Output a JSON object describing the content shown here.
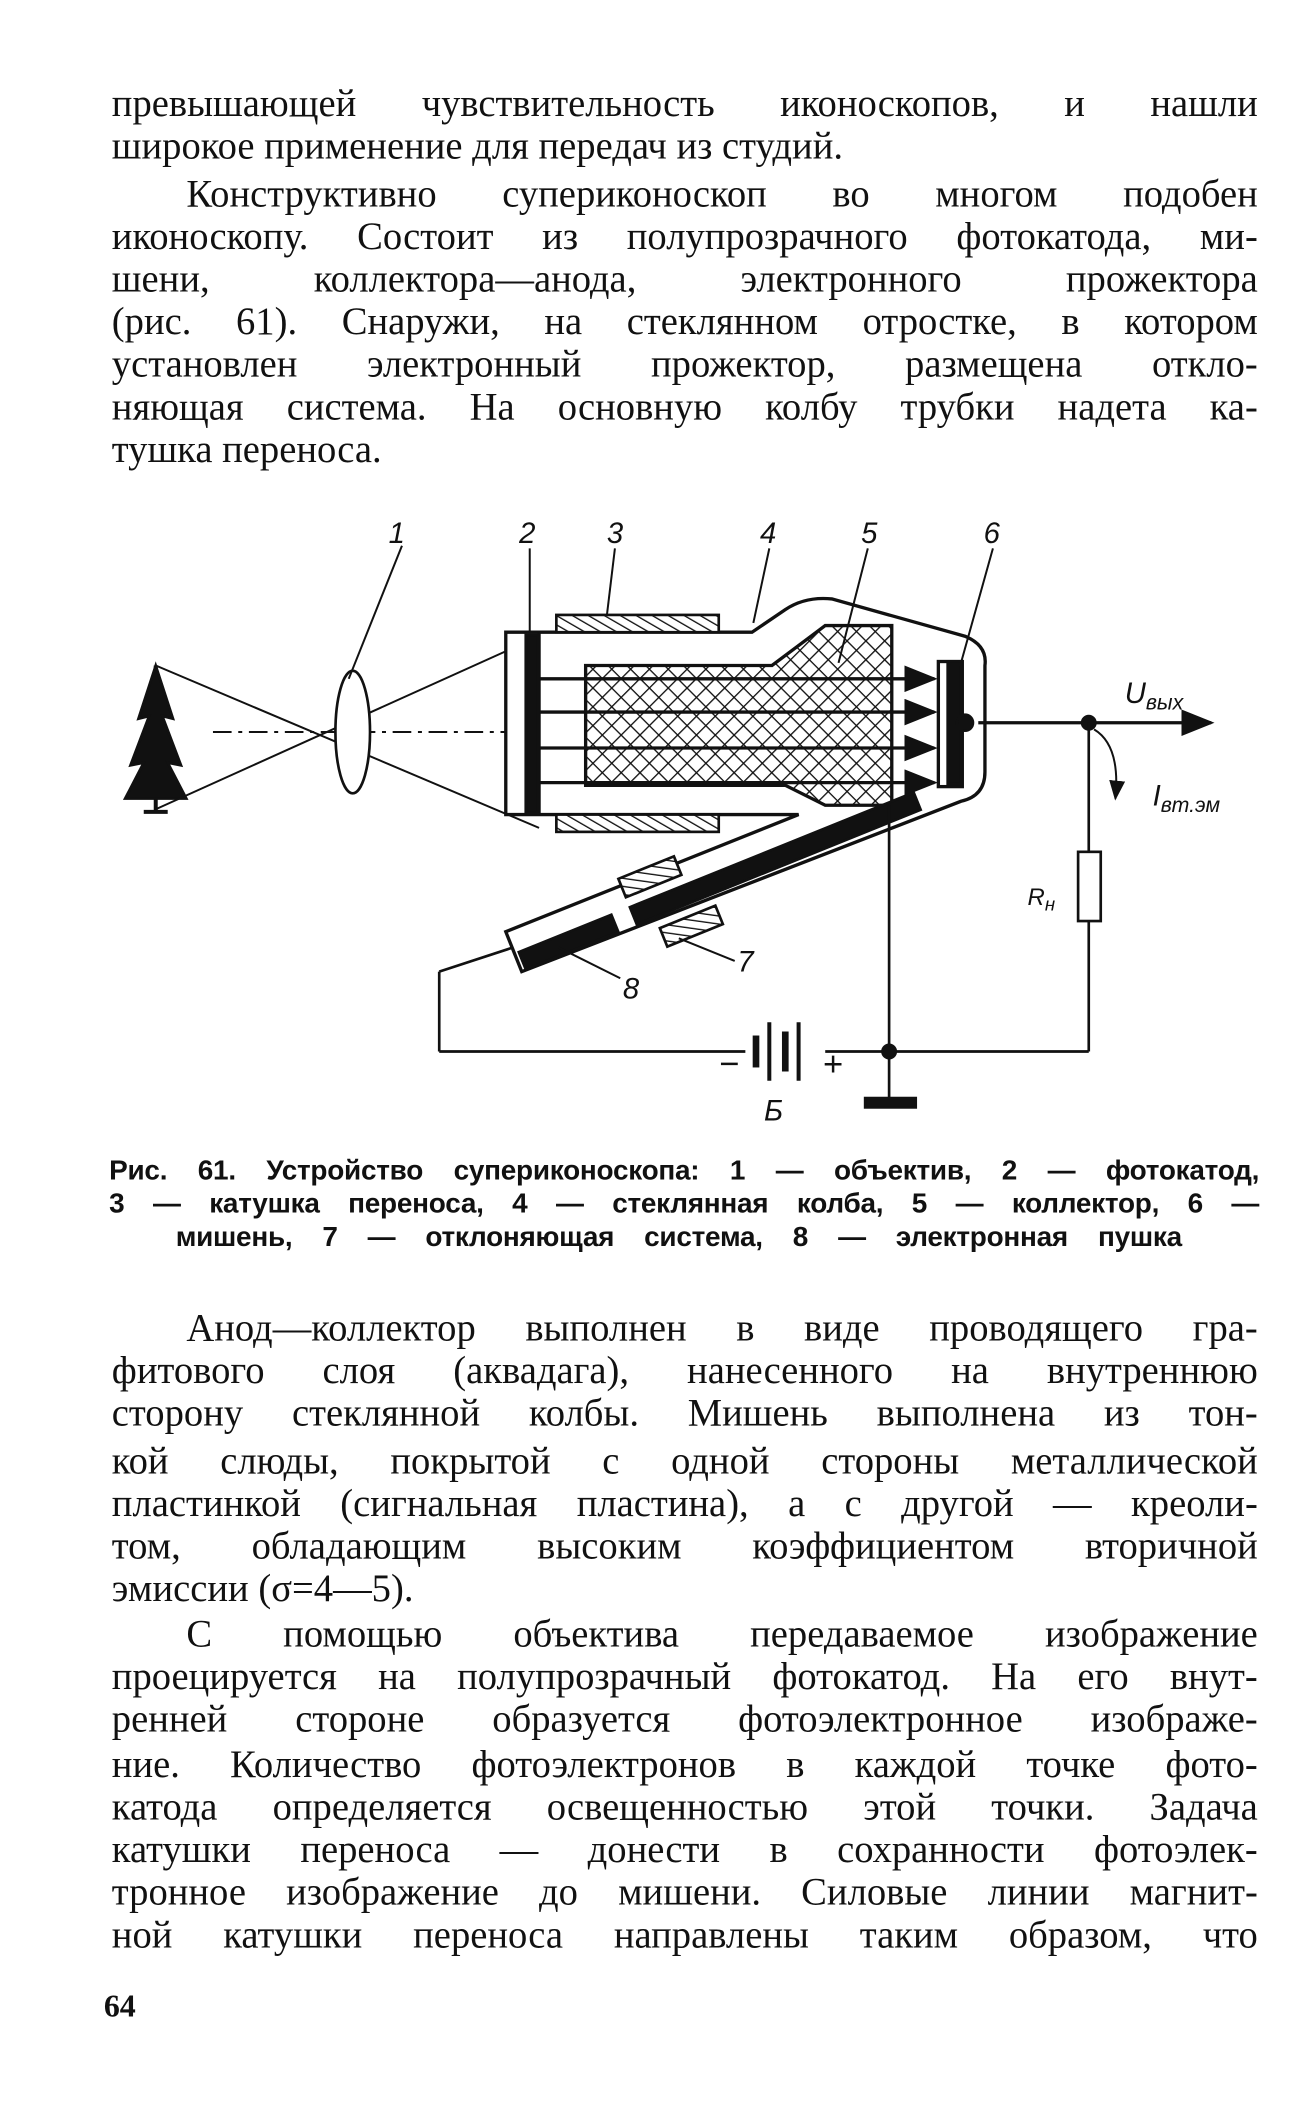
{
  "paragraphs": [
    {
      "lines": [
        "превышающей чувствительность иконоскопов, и нашли",
        "широкое применение для передач из студий."
      ]
    },
    {
      "lines": [
        "Конструктивно супериконоскоп во многом подобен",
        "иконоскопу. Состоит из полупрозрачного фотокатода, ми-",
        "шени, коллектора—анода, электронного прожектора",
        "(рис. 61). Снаружи, на стеклянном отростке, в котором",
        "установлен электронный прожектор, размещена откло-",
        "няющая система. На основную колбу трубки надета ка-",
        "тушка переноса."
      ]
    },
    {
      "lines": [
        "Анод—коллектор выполнен в виде проводящего гра-",
        "фитового слоя (аквадага), нанесенного на внутреннюю",
        "сторону стеклянной колбы. Мишень выполнена из тон-",
        "кой слюды, покрытой с одной стороны металлической",
        "пластинкой (сигнальная пластина), а с другой — креоли-",
        "том, обладающим высоким коэффициентом вторичной",
        "эмиссии (σ=4—5)."
      ]
    },
    {
      "lines": [
        "С помощью объектива передаваемое изображение",
        "проецируется на полупрозрачный фотокатод. На его внут-",
        "ренней стороне образуется фотоэлектронное изображе-",
        "ние. Количество фотоэлектронов в каждой точке фото-",
        "катода определяется освещенностью этой точки. Задача",
        "катушки переноса — донести в сохранности фотоэлек-",
        "тронное изображение до мишени. Силовые линии магнит-",
        "ной катушки переноса направлены таким образом, что"
      ]
    }
  ],
  "figure": {
    "labels": {
      "n1": "1",
      "n2": "2",
      "n3": "3",
      "n4": "4",
      "n5": "5",
      "n6": "6",
      "n7": "7",
      "n8": "8",
      "u_out": "U",
      "u_out_sub": "вых",
      "i_sec": "I",
      "i_sec_sub": "вт.эм",
      "r_load": "R",
      "r_load_sub": "н",
      "battery": "Б",
      "minus": "−",
      "plus": "+"
    },
    "caption": [
      "Рис. 61. Устройство супериконоскопа: 1 — объектив, 2 — фотокатод,",
      "3 — катушка переноса, 4 — стеклянная колба, 5 — коллектор, 6 —",
      "мишень, 7 — отклоняющая система, 8 — электронная пушка"
    ]
  },
  "page_number": "64"
}
